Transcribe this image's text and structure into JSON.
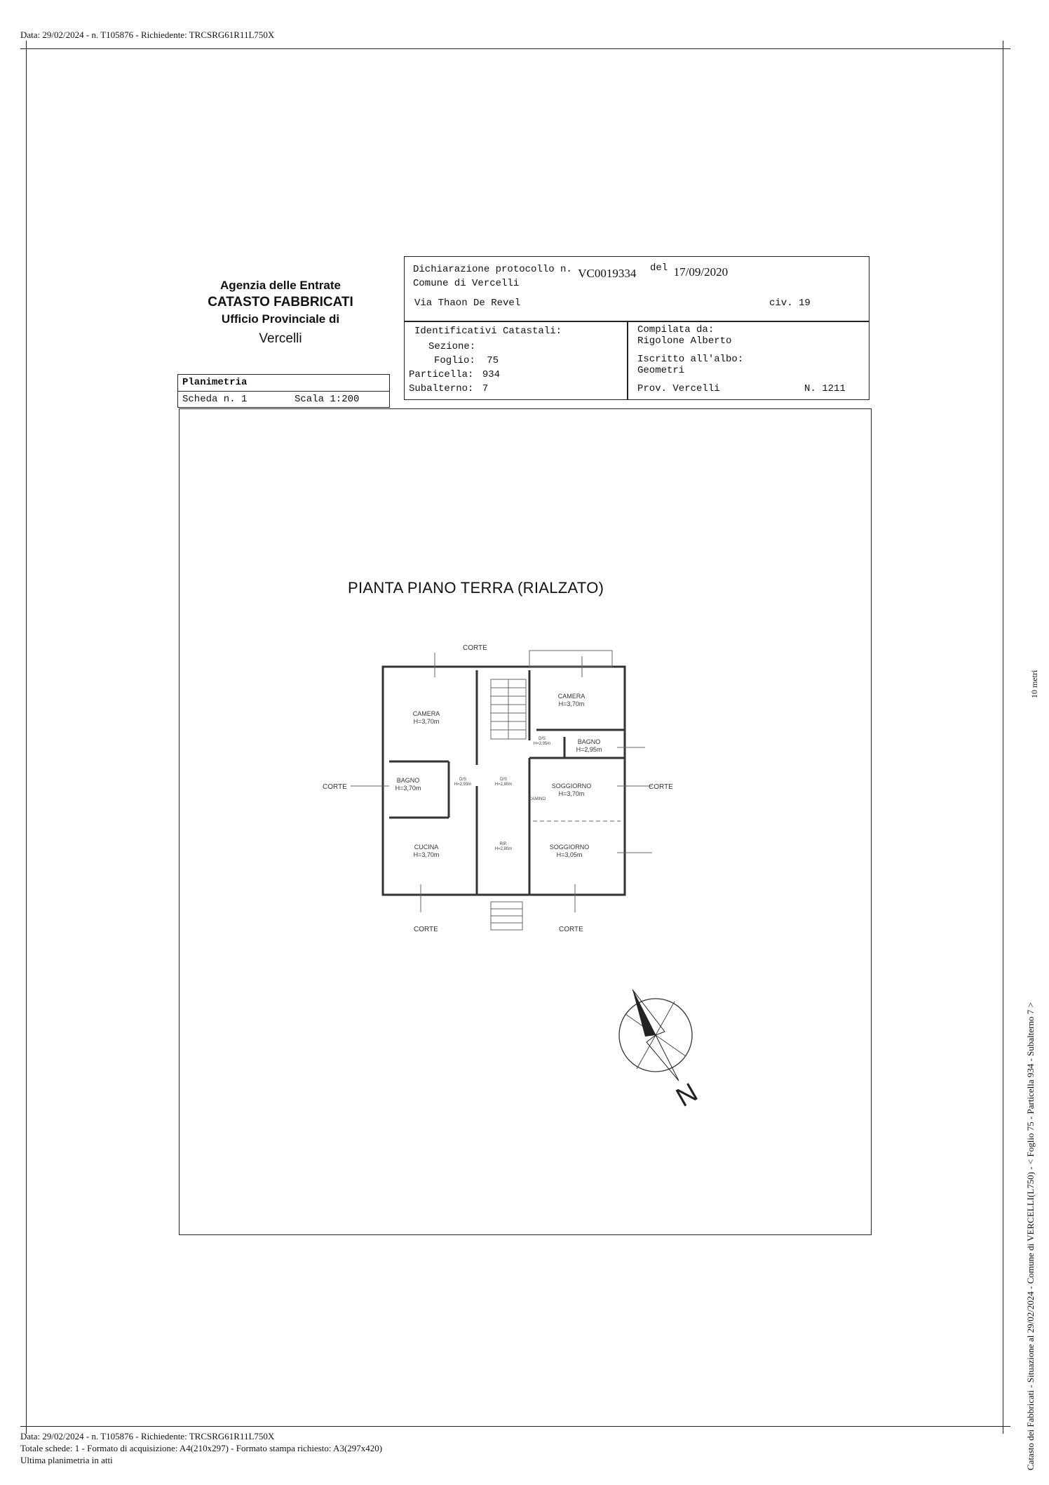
{
  "header": {
    "top_line": "Data: 29/02/2024 - n. T105876 - Richiedente: TRCSRG61R11L750X"
  },
  "agency": {
    "line1": "Agenzia delle Entrate",
    "line2": "CATASTO FABBRICATI",
    "line3": "Ufficio Provinciale di",
    "line4": "Vercelli"
  },
  "declaration": {
    "protocol_label": "Dichiarazione protocollo n.",
    "protocol_number": "VC0019334",
    "del_label": "del",
    "date": "17/09/2020",
    "comune": "Comune di Vercelli",
    "via": "Via Thaon De Revel",
    "civ": "civ. 19"
  },
  "identifiers": {
    "title": "Identificativi Catastali:",
    "sezione_label": "Sezione:",
    "sezione_value": "",
    "foglio_label": "Foglio:",
    "foglio_value": "75",
    "particella_label": "Particella:",
    "particella_value": "934",
    "subalterno_label": "Subalterno:",
    "subalterno_value": "7"
  },
  "compiler": {
    "label": "Compilata da:",
    "name": "Rigolone Alberto",
    "albo_label": "Iscritto all'albo:",
    "albo": "Geometri",
    "prov": "Prov. Vercelli",
    "number": "N. 1211"
  },
  "planimetria": {
    "label": "Planimetria",
    "scheda": "Scheda n. 1",
    "scala": "Scala 1:200"
  },
  "plan": {
    "title": "PIANTA PIANO TERRA (RIALZATO)",
    "corte": "CORTE",
    "rooms": [
      {
        "name": "CAMERA",
        "height": "H=3,70m"
      },
      {
        "name": "CAMERA",
        "height": "H=3,70m"
      },
      {
        "name": "BAGNO",
        "height": "H=2,95m"
      },
      {
        "name": "BAGNO",
        "height": "H=3,70m"
      },
      {
        "name": "SOGGIORNO",
        "height": "H=3,70m"
      },
      {
        "name": "CUCINA",
        "height": "H=3,70m"
      },
      {
        "name": "SOGGIORNO",
        "height": "H=3,05m"
      }
    ],
    "small_labels": [
      "D/S",
      "H=2,95m",
      "D/S",
      "H=2,93m",
      "D/S",
      "H=2,80m",
      "RIP.",
      "H=2,80m",
      "CAMINO"
    ],
    "north": "N"
  },
  "footer": {
    "line1": "Data: 29/02/2024 - n. T105876 - Richiedente: TRCSRG61R11L750X",
    "line2": "Totale schede: 1 - Formato di acquisizione: A4(210x297) - Formato stampa richiesto: A3(297x420)",
    "line3": "Ultima planimetria in atti"
  },
  "side": {
    "vertical_text": "Catasto dei Fabbricati - Situazione al 29/02/2024 - Comune di VERCELLI(L750) - < Foglio 75 - Particella 934 - Subalterno 7 >",
    "scale_mark": "10 metri"
  }
}
